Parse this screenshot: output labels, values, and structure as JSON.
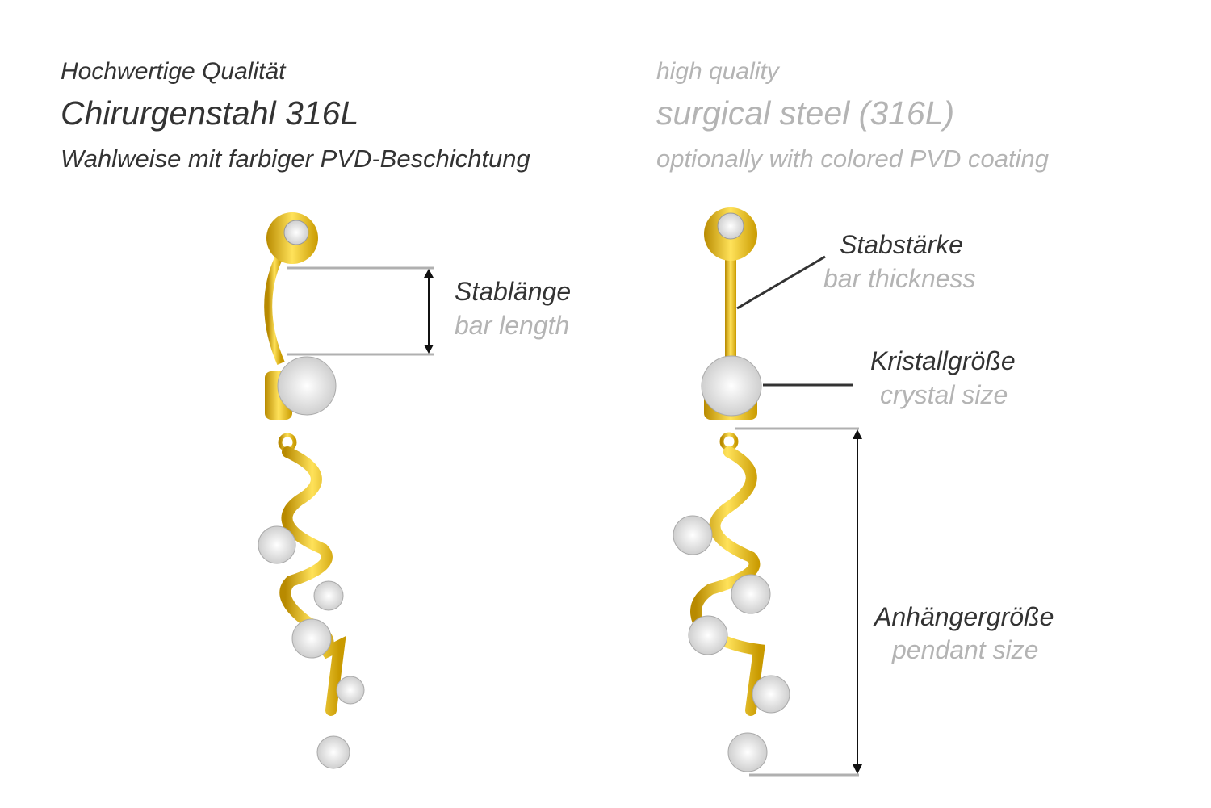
{
  "header_de": {
    "line1": "Hochwertige Qualität",
    "line2": "Chirurgenstahl 316L",
    "line3": "Wahlweise mit farbiger PVD-Beschichtung"
  },
  "header_en": {
    "line1": "high quality",
    "line2": "surgical steel (316L)",
    "line3": "optionally with colored PVD coating"
  },
  "labels": {
    "bar_length_de": "Stablänge",
    "bar_length_en": "bar length",
    "bar_thickness_de": "Stabstärke",
    "bar_thickness_en": "bar thickness",
    "crystal_size_de": "Kristallgröße",
    "crystal_size_en": "crystal size",
    "pendant_size_de": "Anhängergröße",
    "pendant_size_en": "pendant size"
  },
  "colors": {
    "gold": "#e8b800",
    "text_dark": "#333333",
    "text_light": "#b4b4b4",
    "line": "#b0b0b0"
  }
}
